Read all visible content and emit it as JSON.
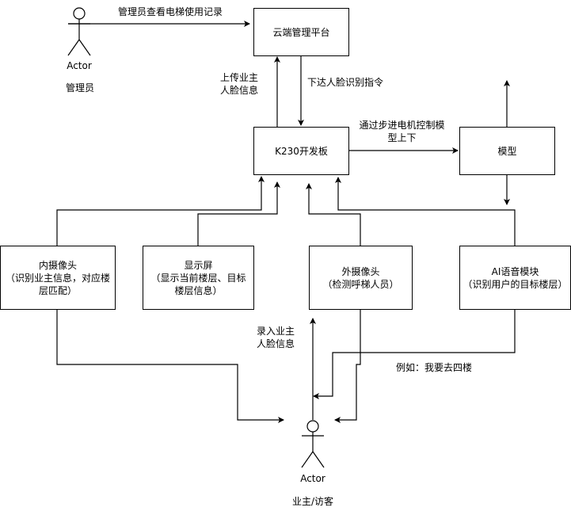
{
  "diagram": {
    "actors": {
      "admin": {
        "type_label": "Actor",
        "name": "管理员"
      },
      "owner": {
        "type_label": "Actor",
        "name": "业主/访客"
      }
    },
    "nodes": {
      "cloud": "云端管理平台",
      "k230": "K230开发板",
      "model": "模型",
      "inner_camera": "内摄像头\n（识别业主信息，对应楼层匹配）",
      "display": "显示屏\n（显示当前楼层、目标楼层信息）",
      "outer_camera": "外摄像头\n（检测呼梯人员）",
      "ai_voice": "AI语音模块\n（识别用户的目标楼层）"
    },
    "edge_labels": {
      "admin_to_cloud": "管理员查看电梯使用记录",
      "k230_to_cloud": "上传业主\n人脸信息",
      "cloud_to_k230": "下达人脸识别指令",
      "k230_to_model": "通过步进电机控制模\n型上下",
      "owner_to_outer_camera": "录入业主\n人脸信息",
      "owner_to_ai_voice": "例如：我要去四楼"
    }
  }
}
